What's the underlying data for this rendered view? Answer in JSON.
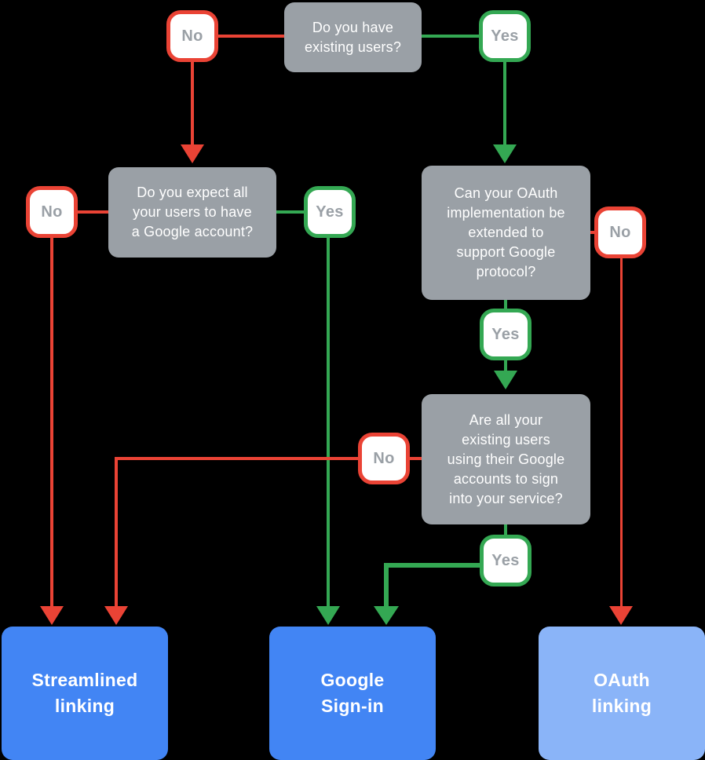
{
  "colors": {
    "background": "#000000",
    "box_gray": "#9AA0A6",
    "box_text": "#FFFFFF",
    "pill_bg": "#FFFFFF",
    "pill_text": "#9AA0A6",
    "no_red": "#EA4335",
    "yes_green": "#34A853",
    "outcome_blue": "#4285F4",
    "outcome_light_blue": "#8AB4F8",
    "outcome_text": "#FFFFFF"
  },
  "flow": {
    "answers": {
      "yes": "Yes",
      "no": "No"
    },
    "questions": {
      "existing_users": "Do you have\nexisting users?",
      "google_account": "Do you expect all\nyour users to have\na Google account?",
      "oauth_extend": "Can your OAuth\nimplementation be\nextended to\nsupport Google\nprotocol?",
      "all_google_signin": "Are all your\nexisting users\nusing their Google\naccounts to sign\ninto your service?"
    },
    "outcomes": {
      "streamlined_linking": "Streamlined\nlinking",
      "google_signin": "Google\nSign-in",
      "oauth_linking": "OAuth\nlinking"
    }
  }
}
